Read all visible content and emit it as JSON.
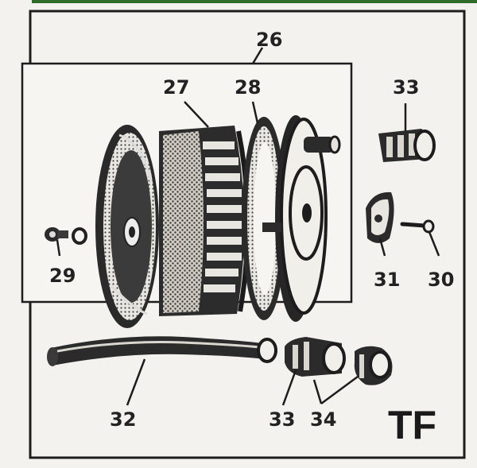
{
  "diagram": {
    "mark": "TF",
    "callouts": {
      "c26": "26",
      "c27": "27",
      "c28": "28",
      "c29": "29",
      "c30": "30",
      "c31": "31",
      "c32": "32",
      "c33a": "33",
      "c33b": "33",
      "c34": "34"
    }
  }
}
